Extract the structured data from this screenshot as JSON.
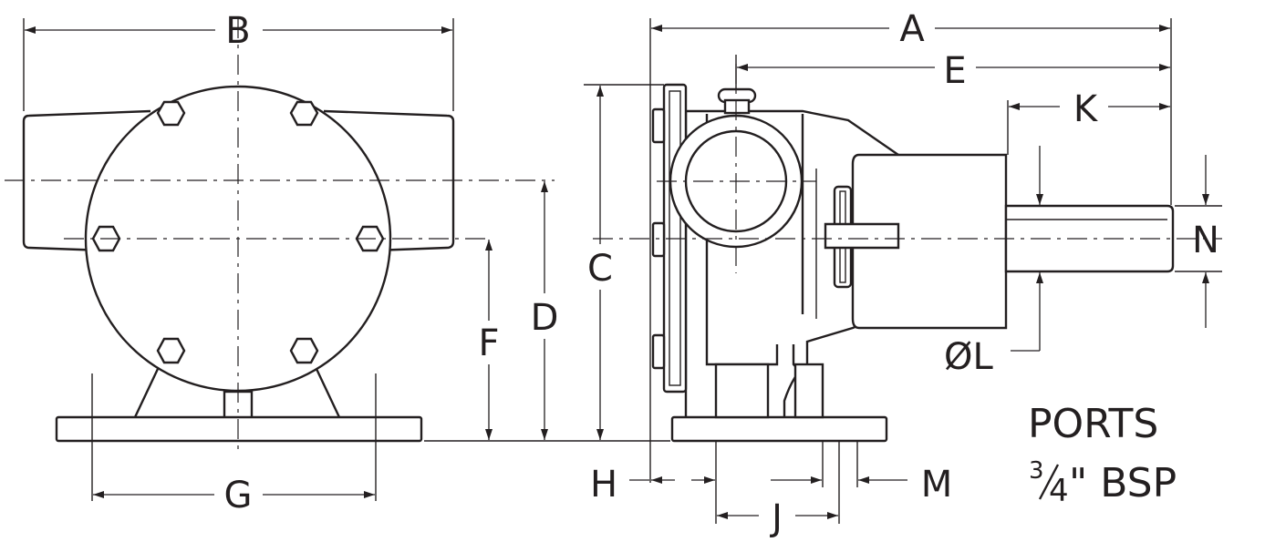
{
  "dimension_labels": {
    "a": "A",
    "b": "B",
    "c": "C",
    "d": "D",
    "e": "E",
    "f": "F",
    "g": "G",
    "h": "H",
    "j": "J",
    "k": "K",
    "l": "ØL",
    "m": "M",
    "n": "N"
  },
  "note": {
    "line1": "PORTS",
    "size_num": "3",
    "size_den": "4",
    "line2_rest": "\" BSP"
  }
}
